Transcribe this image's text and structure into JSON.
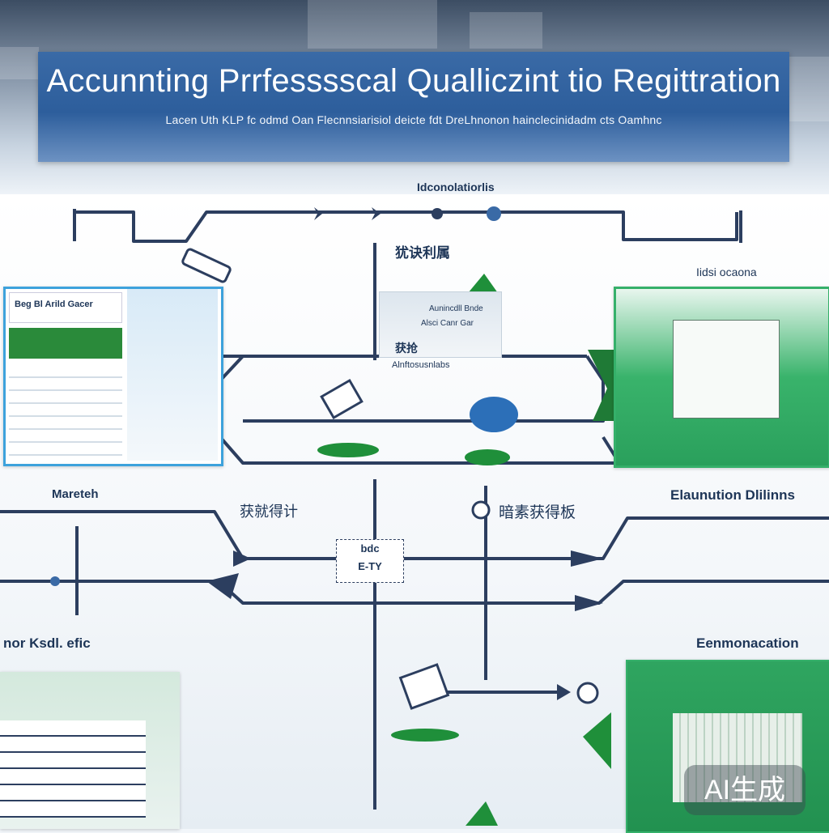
{
  "banner": {
    "title": "Accunnting Prrfesssscal Qualliczint tio Regittration",
    "subtitle": "Lacen  Uth KLP fc odmd  Oan Flecnnsiarisiol deicte fdt DreLhnonon  hainclecinidadm  cts Oamhnc"
  },
  "diagram": {
    "top_label": "Idconolatiorlis",
    "center_top_label": "犹诀利属",
    "right_top_label": "Iidsi ocaona",
    "left_mid_label": "Mareteh",
    "center_left_label": "获就得计",
    "center_right_label": "暗素获得板",
    "right_mid_label": "Elaunution Dlilinns",
    "left_bottom_label": "nor Ksdl. efic",
    "right_bottom_label": "Eenmonacation",
    "left_panel_title": "Beg Bl Arild Gacer",
    "center_box_label": "bdc\nE-TY",
    "center_text_1": "Aunincdll Bnde",
    "center_text_2": "Alsci Canr Gar",
    "center_text_3": "获抢",
    "center_text_4": "Alnftosusnlabs"
  },
  "watermark": "AI生成",
  "colors": {
    "banner_blue": "#2d5e9c",
    "accent_green": "#35b06a",
    "line_navy": "#2c3e5f",
    "panel_blue": "#3da2dc"
  }
}
